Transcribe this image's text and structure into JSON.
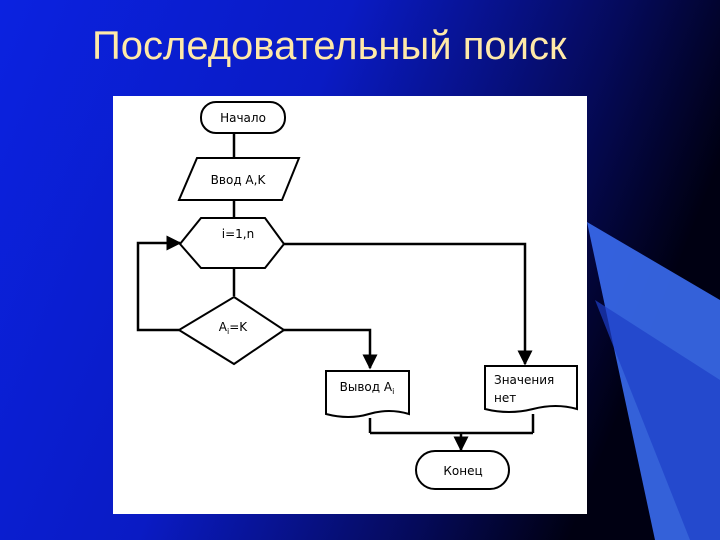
{
  "slide": {
    "title": "Последовательный поиск",
    "colors": {
      "background": "#0a1fd8",
      "background_dark": "#000016",
      "accent_stripe": "#3a6cf0",
      "title_color": "#ffe9a8",
      "panel": "#ffffff"
    }
  },
  "flowchart": {
    "start_label": "Начало",
    "input_label": "Ввод A,K",
    "loop_label": "i=1,n",
    "condition_base": "A",
    "condition_subscript": "i",
    "condition_rest": "=K",
    "output_base": "Вывод  A",
    "output_subscript": "i",
    "not_found_line1": "Значения",
    "not_found_line2": "нет",
    "end_label": "Конец"
  }
}
